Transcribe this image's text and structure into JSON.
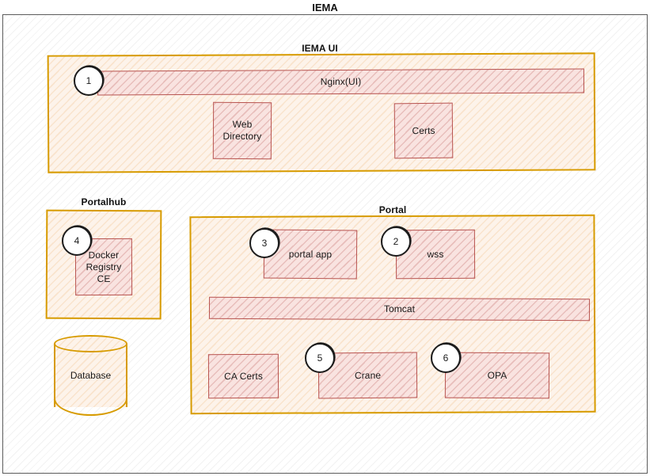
{
  "diagram": {
    "title": "IEMA",
    "type": "architecture-diagram",
    "style": "hand-drawn-sketch"
  },
  "colors": {
    "root_border": "#5c5c5c",
    "group_border": "#d79b00",
    "group_fill": "#fdf3ea",
    "component_border": "#b85450",
    "component_fill": "#f9e3e0",
    "badge_border": "#1c1c1c",
    "text": "#1a1a1a"
  },
  "groups": {
    "iema_ui": {
      "title": "IEMA UI",
      "components": {
        "nginx": "Nginx(UI)",
        "web_directory": "Web\nDirectory",
        "web_directory_line1": "Web",
        "web_directory_line2": "Directory",
        "certs": "Certs"
      }
    },
    "portalhub": {
      "title": "Portalhub",
      "components": {
        "docker_registry_line1": "Docker",
        "docker_registry_line2": "Registry",
        "docker_registry_line3": "CE"
      }
    },
    "portal": {
      "title": "Portal",
      "components": {
        "portal_app": "portal app",
        "wss": "wss",
        "tomcat": "Tomcat",
        "ca_certs": "CA Certs",
        "crane": "Crane",
        "opa": "OPA"
      }
    }
  },
  "standalone": {
    "database": "Database"
  },
  "badges": {
    "nginx": "1",
    "wss": "2",
    "portal_app": "3",
    "docker_registry": "4",
    "crane": "5",
    "opa": "6"
  }
}
